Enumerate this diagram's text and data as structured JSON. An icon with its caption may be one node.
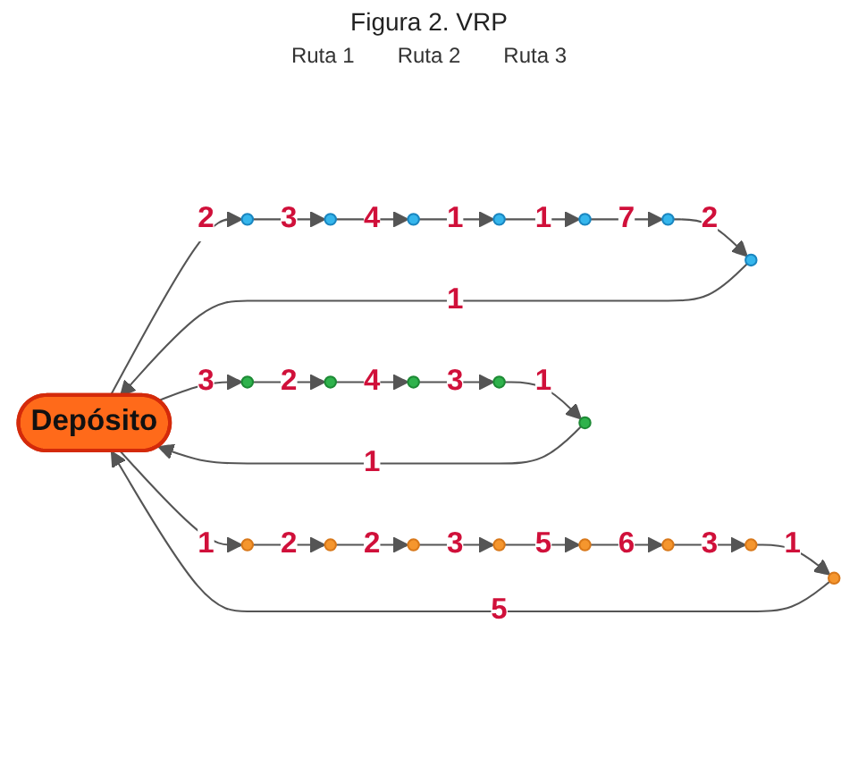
{
  "diagram": {
    "title": "Figura 2. VRP",
    "nodes": [
      {
        "text": [
          "Depósito"
        ]
      },
      {
        "text": [],
        "shape": "circle"
      },
      {
        "text": [],
        "shape": "circle"
      },
      {
        "text": [],
        "shape": "circle"
      },
      {
        "text": [],
        "shape": "circle"
      },
      {
        "text": [],
        "shape": "circle"
      },
      {
        "text": [],
        "shape": "circle"
      },
      {
        "text": [],
        "shape": "circle"
      },
      {
        "text": [],
        "shape": "circle"
      },
      {
        "text": [],
        "shape": "circle"
      },
      {
        "text": [],
        "shape": "circle"
      },
      {
        "text": [],
        "shape": "circle"
      },
      {
        "text": [],
        "shape": "circle"
      },
      {
        "text": [],
        "shape": "circle"
      },
      {
        "text": [],
        "shape": "circle"
      },
      {
        "text": [],
        "shape": "circle"
      },
      {
        "text": [],
        "shape": "circle"
      },
      {
        "text": [],
        "shape": "circle"
      },
      {
        "text": [],
        "shape": "circle"
      },
      {
        "text": [],
        "shape": "circle"
      },
      {
        "text": [],
        "shape": "circle"
      }
    ],
    "edges": [
      {
        "from": 0,
        "to": 1,
        "arrow": "to",
        "label": "2"
      },
      {
        "from": 1,
        "to": 2,
        "arrow": "to",
        "label": "3"
      },
      {
        "from": 2,
        "to": 3,
        "arrow": "to",
        "label": "4"
      },
      {
        "from": 3,
        "to": 4,
        "arrow": "to",
        "label": "1"
      },
      {
        "from": 4,
        "to": 5,
        "arrow": "to",
        "label": "1"
      },
      {
        "from": 5,
        "to": 6,
        "arrow": "to",
        "label": "7"
      },
      {
        "from": 6,
        "to": 7,
        "arrow": "to",
        "label": "2"
      },
      {
        "from": 7,
        "to": 0,
        "arrow": "to",
        "label": "1"
      },
      {
        "from": 0,
        "to": 8,
        "arrow": "to",
        "label": "1"
      },
      {
        "from": 8,
        "to": 9,
        "arrow": "to",
        "label": "2"
      },
      {
        "from": 9,
        "to": 10,
        "arrow": "to",
        "label": "2"
      },
      {
        "from": 10,
        "to": 11,
        "arrow": "to",
        "label": "3"
      },
      {
        "from": 11,
        "to": 12,
        "arrow": "to",
        "label": "5"
      },
      {
        "from": 12,
        "to": 13,
        "arrow": "to",
        "label": "6"
      },
      {
        "from": 13,
        "to": 14,
        "arrow": "to",
        "label": "3"
      },
      {
        "from": 14,
        "to": 15,
        "arrow": "to",
        "label": "1"
      },
      {
        "from": 15,
        "to": 0,
        "arrow": "to",
        "label": "5"
      },
      {
        "from": 0,
        "to": 16,
        "arrow": "to",
        "label": "3"
      },
      {
        "from": 16,
        "to": 17,
        "arrow": "to",
        "label": "2"
      },
      {
        "from": 17,
        "to": 18,
        "arrow": "to",
        "label": "4"
      },
      {
        "from": 18,
        "to": 19,
        "arrow": "to",
        "label": "3"
      },
      {
        "from": 19,
        "to": 20,
        "arrow": "to",
        "label": "1"
      },
      {
        "from": 20,
        "to": 0,
        "arrow": "to",
        "label": "1"
      }
    ],
    "labels": [
      "Ruta 1",
      "Ruta 2",
      "Ruta 3"
    ]
  }
}
